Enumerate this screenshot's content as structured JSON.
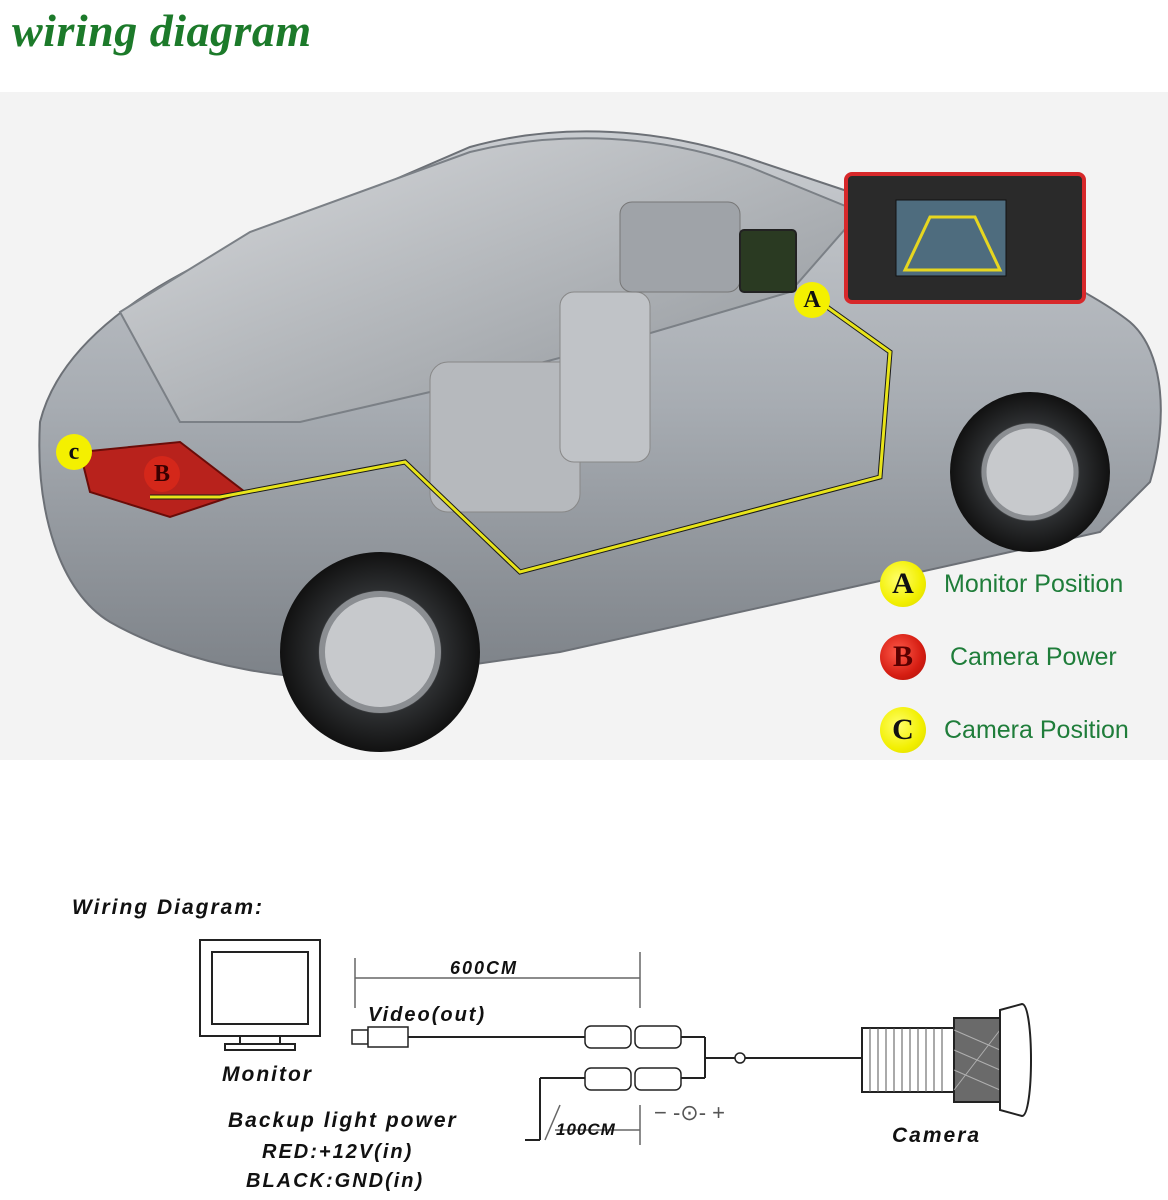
{
  "page_title": "wiring diagram",
  "legend": [
    {
      "letter": "A",
      "label": "Monitor Position",
      "color": "#f2ef00"
    },
    {
      "letter": "B",
      "label": "Camera Power",
      "color": "#d51d12"
    },
    {
      "letter": "C",
      "label": "Camera Position",
      "color": "#f2ef00"
    }
  ],
  "car_markers": {
    "a": "A",
    "b": "B",
    "c": "c"
  },
  "wiring": {
    "title": "Wiring Diagram:",
    "monitor_label": "Monitor",
    "length_long": "600CM",
    "video_label": "Video(out)",
    "power_label": "Backup light power",
    "red_label": "RED:+12V(in)",
    "black_label": "BLACK:GND(in)",
    "length_short": "100CM",
    "polarity": "− -⊙- +",
    "camera_label": "Camera"
  }
}
